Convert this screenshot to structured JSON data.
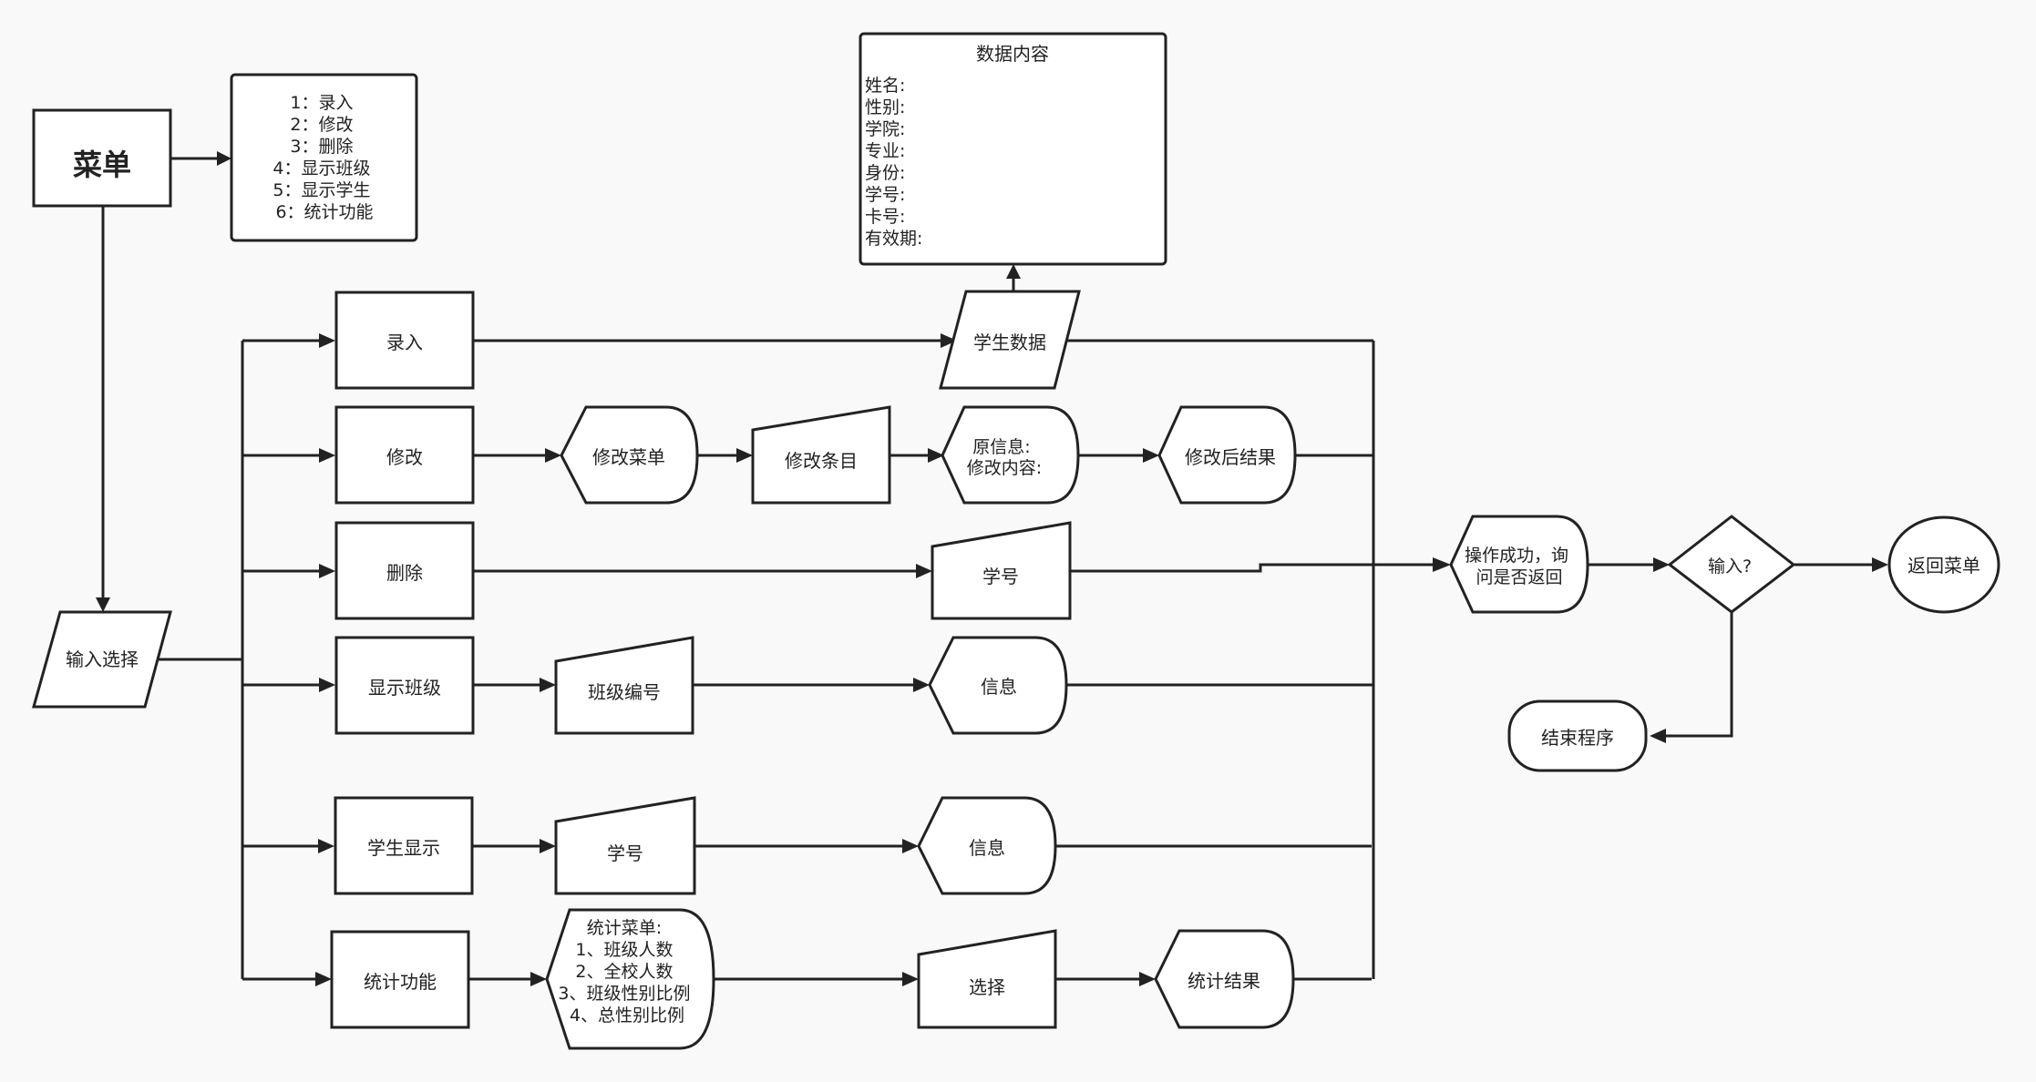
{
  "menu": {
    "title": "菜单",
    "options": [
      "1：录入",
      "2：修改",
      "3：删除",
      "4：显示班级",
      "5：显示学生",
      "6：统计功能"
    ]
  },
  "data_box": {
    "title": "数据内容",
    "fields": [
      "姓名:",
      "性别:",
      "学院:",
      "专业:",
      "身份:",
      "学号:",
      "卡号:",
      "有效期:"
    ]
  },
  "input_choice": "输入选择",
  "branches": {
    "enter": "录入",
    "modify": "修改",
    "delete": "删除",
    "show_class": "显示班级",
    "show_student": "学生显示",
    "stats": "统计功能"
  },
  "steps": {
    "student_data": "学生数据",
    "modify_menu": "修改菜单",
    "modify_item": "修改条目",
    "original_info": [
      "原信息:",
      "修改内容:"
    ],
    "modified_result": "修改后结果",
    "delete_student_id": "学号",
    "class_number": "班级编号",
    "class_info": "信息",
    "student_id": "学号",
    "student_info": "信息",
    "stats_menu": [
      "统计菜单:",
      "1、班级人数",
      "2、全校人数",
      "3、班级性别比例",
      "4、总性别比例"
    ],
    "stats_choice": "选择",
    "stats_result": "统计结果"
  },
  "tail": {
    "success": [
      "操作成功，询",
      "问是否返回"
    ],
    "decision": "输入?",
    "return_menu": "返回菜单",
    "end_program": "结束程序"
  }
}
